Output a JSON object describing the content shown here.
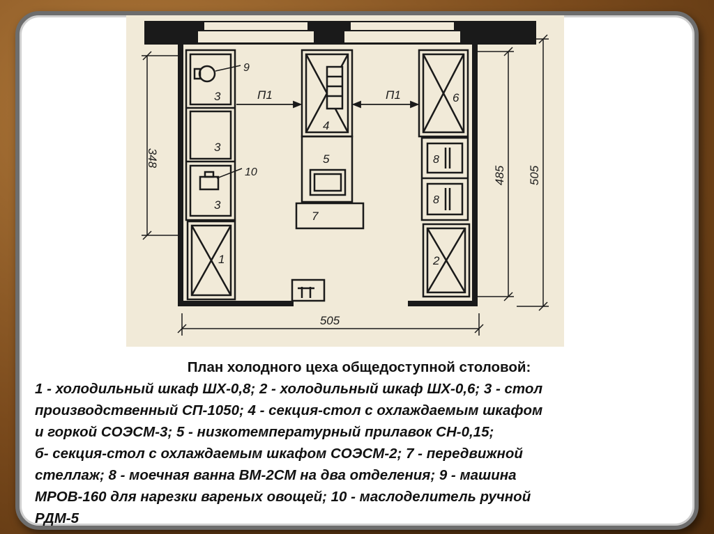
{
  "diagram": {
    "dimensions": {
      "left_height": "348",
      "inner_height": "485",
      "outer_height": "505",
      "bottom_width": "505"
    },
    "passages": [
      "П1",
      "П1"
    ],
    "labels": {
      "l3a": "3",
      "l3b": "3",
      "l3c": "3",
      "l1": "1",
      "l4": "4",
      "l5": "5",
      "l7": "7",
      "l6": "6",
      "l8a": "8",
      "l8b": "8",
      "l2": "2",
      "l9": "9",
      "l10": "10"
    }
  },
  "caption": {
    "title": "План холодного цеха общедоступной столовой:",
    "lines": [
      "1 - холодильный шкаф ШХ-0,8; 2 - холодильный шкаф ШХ-0,6; 3 - стол",
      "производственный СП-1050; 4 - секция-стол с охлаждаемым шкафом",
      "и горкой СОЭСМ-3; 5 - низкотемпературный прилавок СН-0,15;",
      "б- секция-стол с охлаждаемым шкафом СОЭСМ-2; 7 - передвижной",
      "стеллаж; 8 - моечная ванна ВМ-2СМ на два отделения; 9 - машина",
      "МРОВ-160 для нарезки вареных овощей; 10 - маслоделитель ручной",
      "РДМ-5"
    ]
  }
}
